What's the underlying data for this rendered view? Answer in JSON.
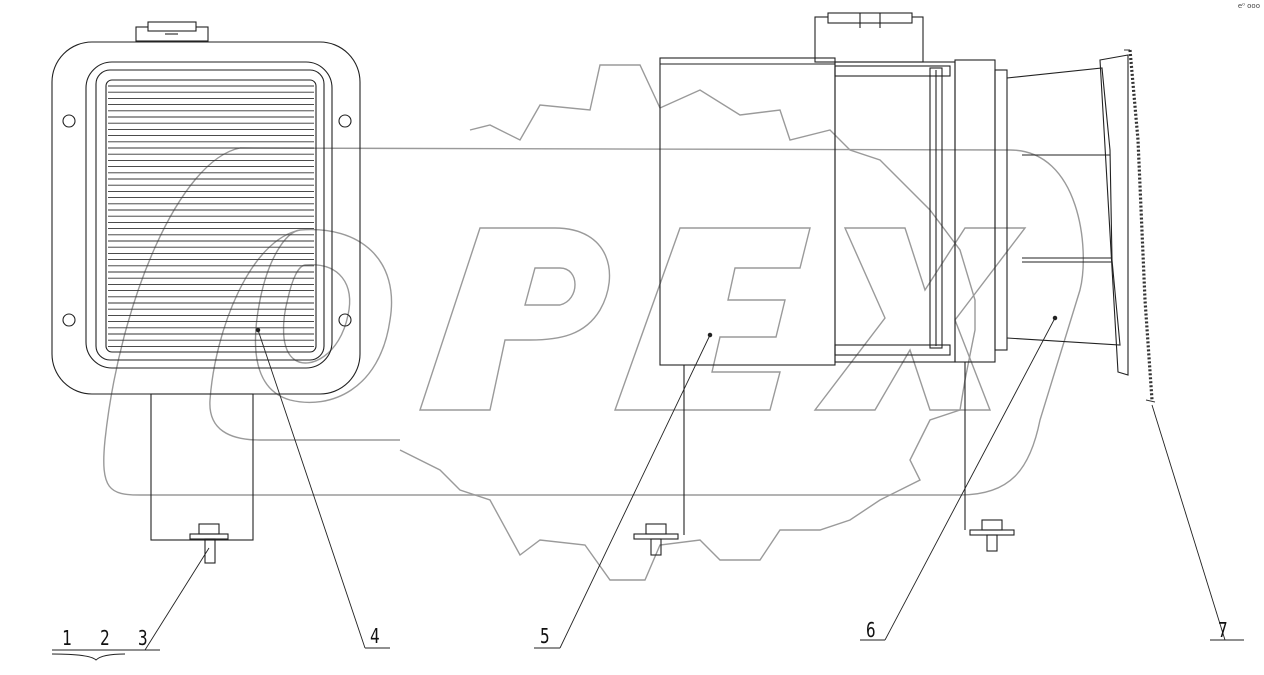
{
  "diagram": {
    "corner_mark": "e⁰ ooo",
    "watermark": "OPEX",
    "callouts": {
      "c1": "1",
      "c2": "2",
      "c3": "3",
      "c4": "4",
      "c5": "5",
      "c6": "6",
      "c7": "7"
    }
  }
}
